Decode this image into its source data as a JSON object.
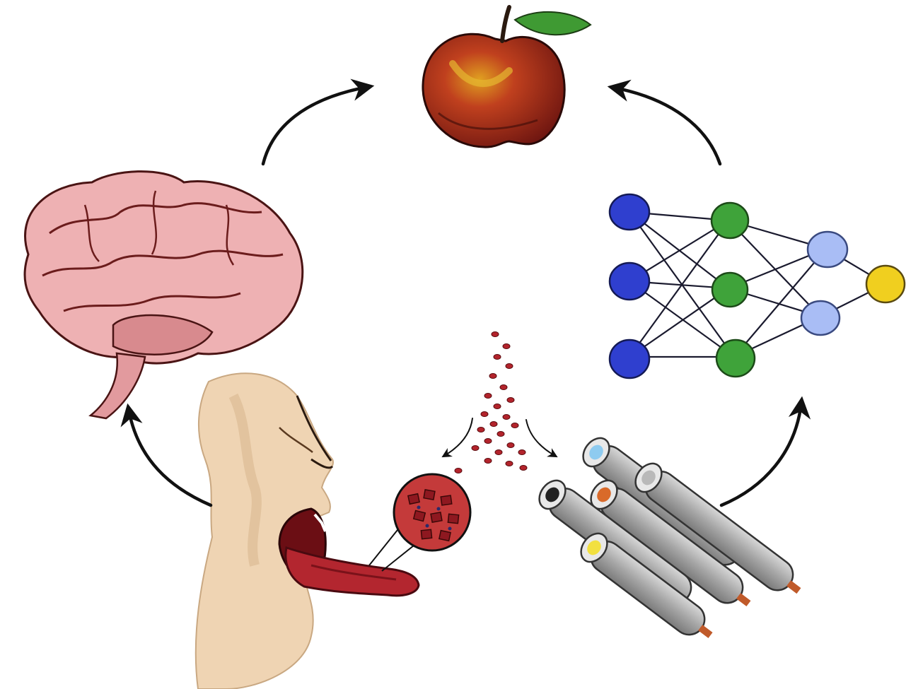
{
  "diagram": {
    "nodes": [
      {
        "id": "apple",
        "name": "apple-illustration"
      },
      {
        "id": "brain",
        "name": "brain-illustration"
      },
      {
        "id": "network",
        "name": "neural-network-diagram"
      },
      {
        "id": "face",
        "name": "tasting-face-illustration"
      },
      {
        "id": "sensors",
        "name": "sensor-tubes-illustration"
      }
    ],
    "edges": [
      {
        "from": "face",
        "to": "brain"
      },
      {
        "from": "brain",
        "to": "apple"
      },
      {
        "from": "sensors",
        "to": "network"
      },
      {
        "from": "network",
        "to": "apple"
      },
      {
        "from": "molecules",
        "to": "face"
      },
      {
        "from": "molecules",
        "to": "sensors"
      }
    ],
    "network_layers": [
      {
        "nodes": 3,
        "color": "#2f3fcf"
      },
      {
        "nodes": 3,
        "color": "#3fa33a"
      },
      {
        "nodes": 2,
        "color": "#a9bdf5"
      },
      {
        "nodes": 1,
        "color": "#f0cf1f"
      }
    ],
    "sensor_caps": [
      "#8ecbf0",
      "#d96a2a",
      "#b9b9b9",
      "#222222",
      "#f2e040"
    ],
    "colors": {
      "arrow": "#111111",
      "molecule": "#b3242c",
      "apple_red": "#b8271c",
      "apple_leaf": "#3f9a33",
      "brain": "#e8a8ac",
      "skin": "#efd4b3",
      "tongue": "#b3262f",
      "tube": "#a9a9a9"
    }
  }
}
